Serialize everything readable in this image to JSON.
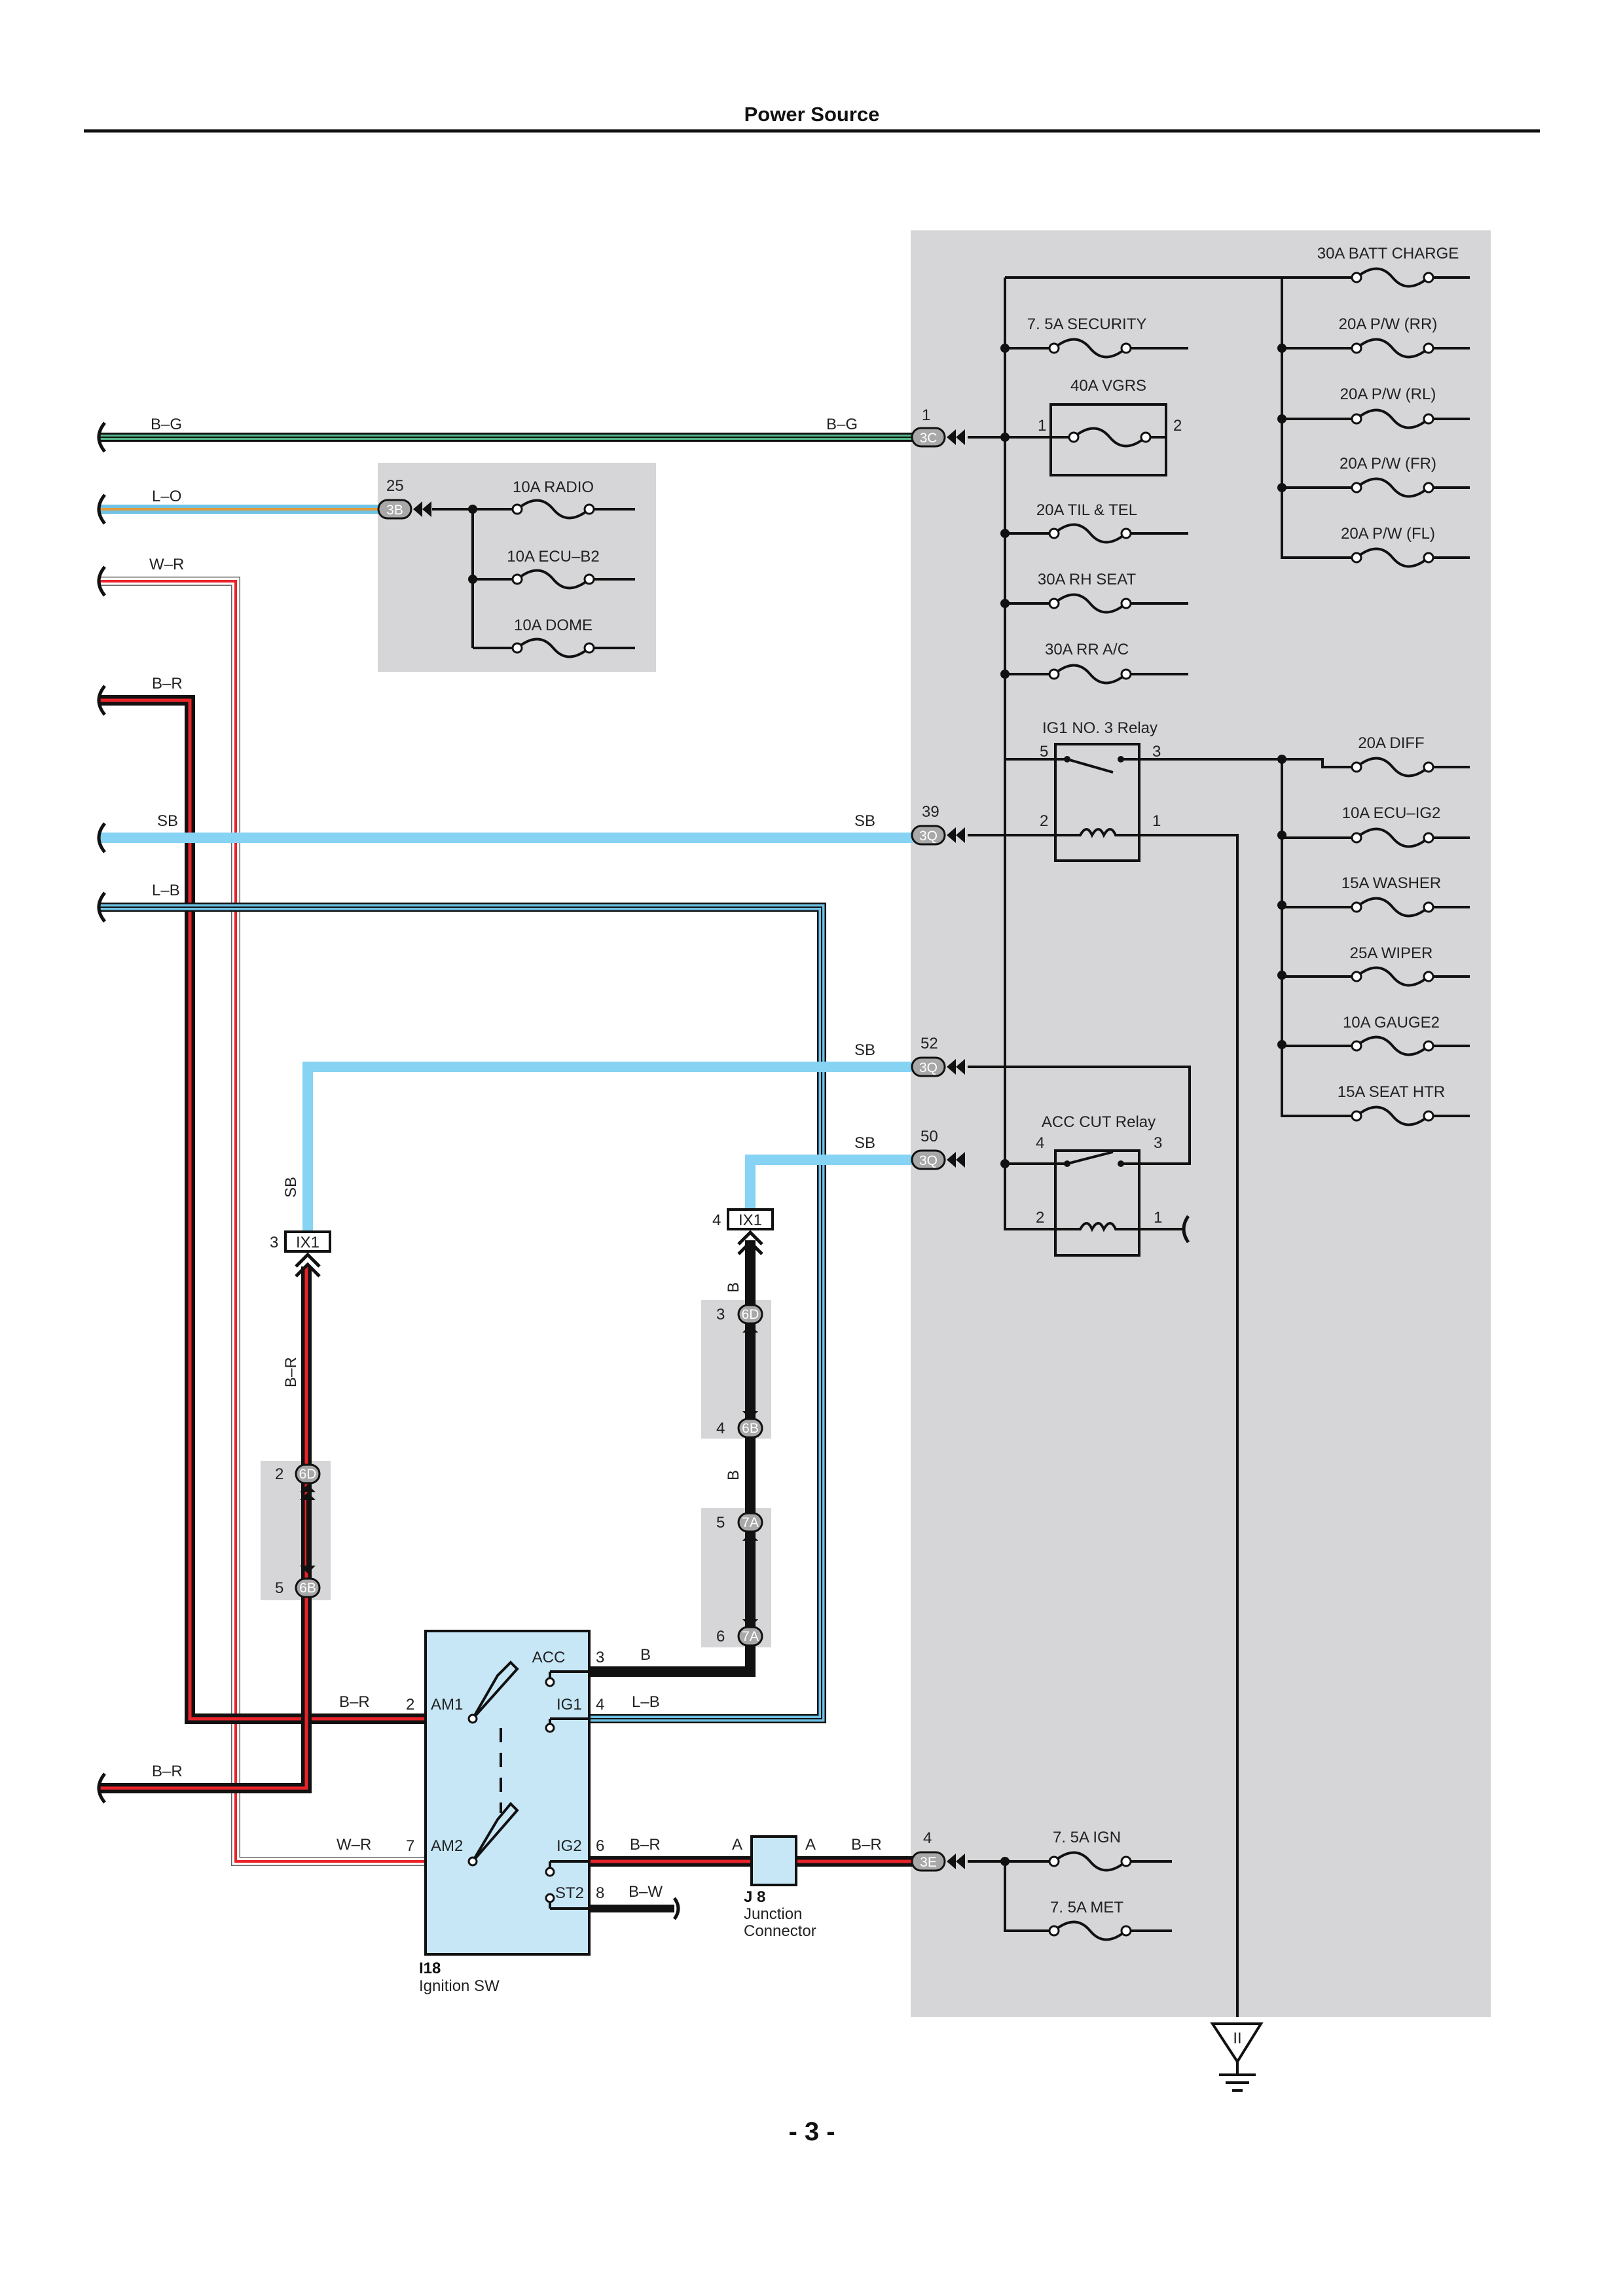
{
  "page": {
    "title": "Power Source",
    "page_number": "- 3 -"
  },
  "wires": {
    "bg": "B–G",
    "lo": "L–O",
    "wr": "W–R",
    "br": "B–R",
    "sb": "SB",
    "lb": "L–B",
    "b": "B",
    "bw": "B–W"
  },
  "connectors": {
    "c3c": {
      "code": "3C",
      "pin": "1"
    },
    "c3b": {
      "code": "3B",
      "pin": "25"
    },
    "c3q_39": {
      "code": "3Q",
      "pin": "39"
    },
    "c3q_52": {
      "code": "3Q",
      "pin": "52"
    },
    "c3q_50": {
      "code": "3Q",
      "pin": "50"
    },
    "c3e": {
      "code": "3E",
      "pin": "4"
    },
    "ix1_left": {
      "code": "IX1",
      "pin": "3"
    },
    "ix1_right": {
      "code": "IX1",
      "pin": "4"
    },
    "c6d_left": {
      "code": "6D",
      "pin": "2"
    },
    "c6b_left": {
      "code": "6B",
      "pin": "5"
    },
    "c6d_right": {
      "code": "6D",
      "pin": "3"
    },
    "c6b_right": {
      "code": "6B",
      "pin": "4"
    },
    "c7a_top": {
      "code": "7A",
      "pin": "5"
    },
    "c7a_bottom": {
      "code": "7A",
      "pin": "6"
    }
  },
  "fuses": {
    "radio": "10A RADIO",
    "ecu_b2": "10A ECU–B2",
    "dome": "10A DOME",
    "batt_charge": "30A BATT CHARGE",
    "security": "7. 5A SECURITY",
    "vgrs": "40A VGRS",
    "pw_rr": "20A P/W (RR)",
    "pw_rl": "20A P/W (RL)",
    "pw_fr": "20A P/W (FR)",
    "pw_fl": "20A P/W (FL)",
    "til_tel": "20A TIL & TEL",
    "rh_seat": "30A RH SEAT",
    "rr_ac": "30A RR A/C",
    "diff": "20A DIFF",
    "ecu_ig2": "10A ECU–IG2",
    "washer": "15A WASHER",
    "wiper": "25A WIPER",
    "gauge2": "10A GAUGE2",
    "seat_htr": "15A SEAT HTR",
    "ign": "7. 5A IGN",
    "met": "7. 5A MET"
  },
  "vgrs_pins": {
    "left": "1",
    "right": "2"
  },
  "relays": {
    "ig1": {
      "name": "IG1 NO. 3 Relay",
      "p5": "5",
      "p3": "3",
      "p2": "2",
      "p1": "1"
    },
    "acc": {
      "name": "ACC CUT Relay",
      "p4": "4",
      "p3": "3",
      "p2": "2",
      "p1": "1"
    }
  },
  "ignition_switch": {
    "id": "I18",
    "name": "Ignition SW",
    "terminals": {
      "acc": {
        "label": "ACC",
        "pin": "3"
      },
      "ig1": {
        "label": "IG1",
        "pin": "4"
      },
      "am1": {
        "label": "AM1",
        "pin": "2"
      },
      "am2": {
        "label": "AM2",
        "pin": "7"
      },
      "ig2": {
        "label": "IG2",
        "pin": "6"
      },
      "st2": {
        "label": "ST2",
        "pin": "8"
      }
    }
  },
  "junction": {
    "id": "J 8",
    "name_line1": "Junction",
    "name_line2": "Connector",
    "pin_a": "A"
  },
  "ground": {
    "label": "II"
  },
  "colors": {
    "panel": "#d6d6d8",
    "sky_blue": "#87d3f3",
    "green": "#55b98a",
    "red": "#e8232a",
    "switch_fill": "#c7e7f7",
    "connector_fill": "#a8a8a8"
  }
}
